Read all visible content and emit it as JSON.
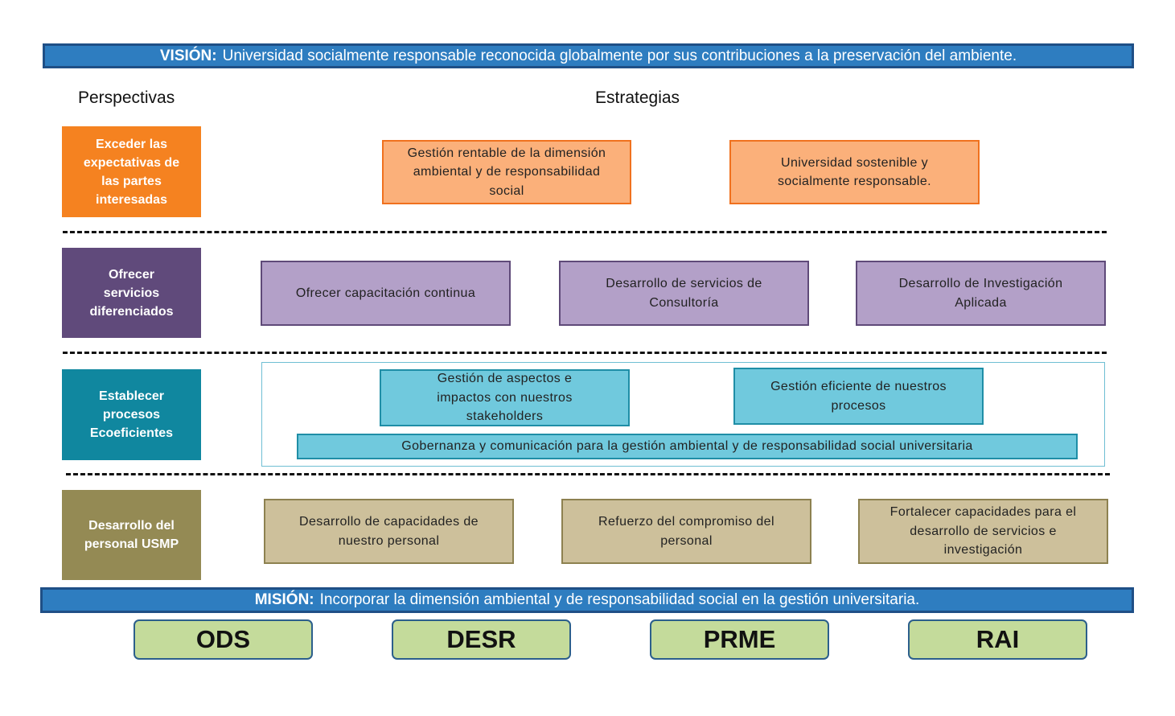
{
  "vision": {
    "label": "VISIÓN:",
    "text": "Universidad socialmente responsable reconocida globalmente por sus contribuciones a la preservación del ambiente."
  },
  "headers": {
    "perspectives": "Perspectivas",
    "strategies": "Estrategias"
  },
  "rows": [
    {
      "perspective": "Exceder las expectativas de las partes interesadas",
      "color": "#f58220",
      "strategies": [
        "Gestión rentable de la dimensión ambiental y de responsabilidad social",
        "Universidad sostenible y socialmente responsable."
      ]
    },
    {
      "perspective": "Ofrecer servicios diferenciados",
      "color": "#604a7b",
      "strategies": [
        "Ofrecer capacitación continua",
        "Desarrollo de servicios de Consultoría",
        "Desarrollo de Investigación Aplicada"
      ]
    },
    {
      "perspective": "Establecer procesos Ecoeficientes",
      "color": "#10879f",
      "strategies": [
        "Gestión de aspectos e impactos con nuestros stakeholders",
        "Gestión eficiente de nuestros procesos",
        "Gobernanza y comunicación para la gestión ambiental y de responsabilidad social universitaria"
      ]
    },
    {
      "perspective": "Desarrollo del personal USMP",
      "color": "#948a54",
      "strategies": [
        "Desarrollo de capacidades de nuestro personal",
        "Refuerzo del compromiso del personal",
        "Fortalecer capacidades para el desarrollo de servicios e investigación"
      ]
    }
  ],
  "mission": {
    "label": "MISIÓN:",
    "text": "Incorporar la dimensión ambiental y de responsabilidad social en la gestión universitaria."
  },
  "frameworks": [
    "ODS",
    "DESR",
    "PRME",
    "RAI"
  ]
}
